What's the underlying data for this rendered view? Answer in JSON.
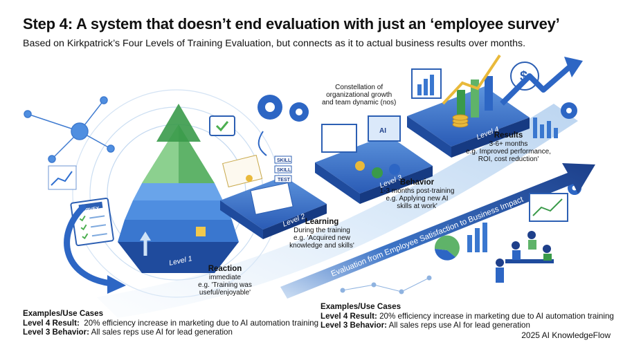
{
  "title": "Step 4: A system that doesn’t end evaluation with just an ‘employee survey’",
  "subtitle": "Based on Kirkpatrick’s Four Levels of Training Evaluation, but connects as it to actual business results over months.",
  "note": {
    "line1": "Constellation of",
    "line2": "organizational growth",
    "line3": "and team dynamic (nos)"
  },
  "survey_label": "SURVEY",
  "skill_tags": [
    "SKILL",
    "SKILL",
    "TEST"
  ],
  "ai_label": "AI",
  "arrow_label": "Evaluation from Employee Satisfaction to Business Impact",
  "levels": [
    {
      "tag": "Level 1",
      "title": "Reaction",
      "l1": "immediate",
      "l2": "e.g. 'Training was",
      "l3": "useful/enjoyable'"
    },
    {
      "tag": "Level 2",
      "title": "Learning",
      "l1": "During the training",
      "l2": "e.g. 'Acquired new",
      "l3": "knowledge and skills'"
    },
    {
      "tag": "Level 3",
      "title": "Behavior",
      "l1": "1-3 months post-training",
      "l2": "e.g. Applying new AI",
      "l3": "skills at work'"
    },
    {
      "tag": "Level 4",
      "title": "Results",
      "l1": "3-6+ months",
      "l2": "e.g. Improved performance,",
      "l3": "ROI, cost reduction'"
    }
  ],
  "cases_left": {
    "heading": "Examples/Use Cases",
    "r1_label": "Level 4 Result:",
    "r1_text": "20% efficiency increase in marketing due to AI automation training",
    "r2_label": "Level 3 Behavior:",
    "r2_text": "All sales reps use AI for lead generation"
  },
  "cases_right": {
    "heading": "Examples/Use Cases",
    "r1_label": "Level 4 Result:",
    "r1_text": "20% efficiency increase in marketing due to AI automation training",
    "r2_label": "Level 3 Behavior:",
    "r2_text": "All sales reps use AI for lead generation"
  },
  "footer": "2025 AI KnowledgeFlow",
  "colors": {
    "navy": "#1e3f8a",
    "blue": "#2f6fd0",
    "light": "#cfe3f7",
    "green": "#4caf50",
    "gold": "#e9b93a"
  }
}
